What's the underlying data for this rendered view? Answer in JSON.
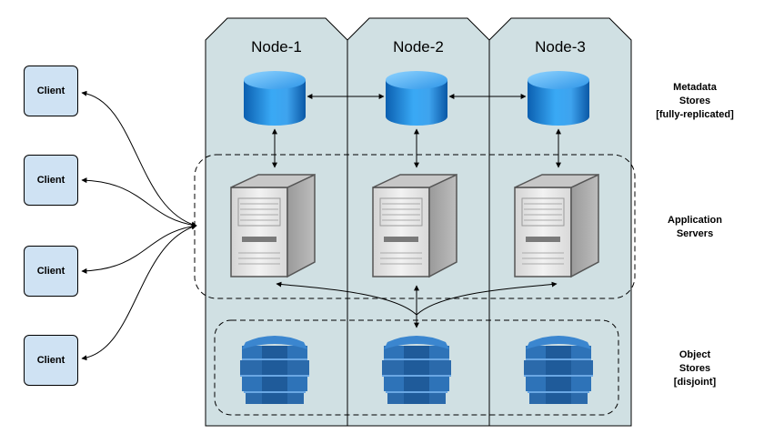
{
  "nodes": [
    {
      "title": "Node-1"
    },
    {
      "title": "Node-2"
    },
    {
      "title": "Node-3"
    }
  ],
  "clients": [
    {
      "label": "Client"
    },
    {
      "label": "Client"
    },
    {
      "label": "Client"
    },
    {
      "label": "Client"
    }
  ],
  "labels": {
    "metadata": [
      "Metadata",
      "Stores",
      "[fully-replicated]"
    ],
    "application": [
      "Application",
      "Servers"
    ],
    "object": [
      "Object",
      "Stores",
      "[disjoint]"
    ]
  },
  "colors": {
    "node_fill": "#d0e0e3",
    "client_fill": "#cfe2f3",
    "metadata_store": "#1c8fe6",
    "object_store": "#2e73b8",
    "server_body": "#e6e6e6"
  },
  "icons": {
    "metadata_store": "database-cylinder-icon",
    "app_server": "server-tower-icon",
    "object_store": "stacked-database-icon"
  }
}
